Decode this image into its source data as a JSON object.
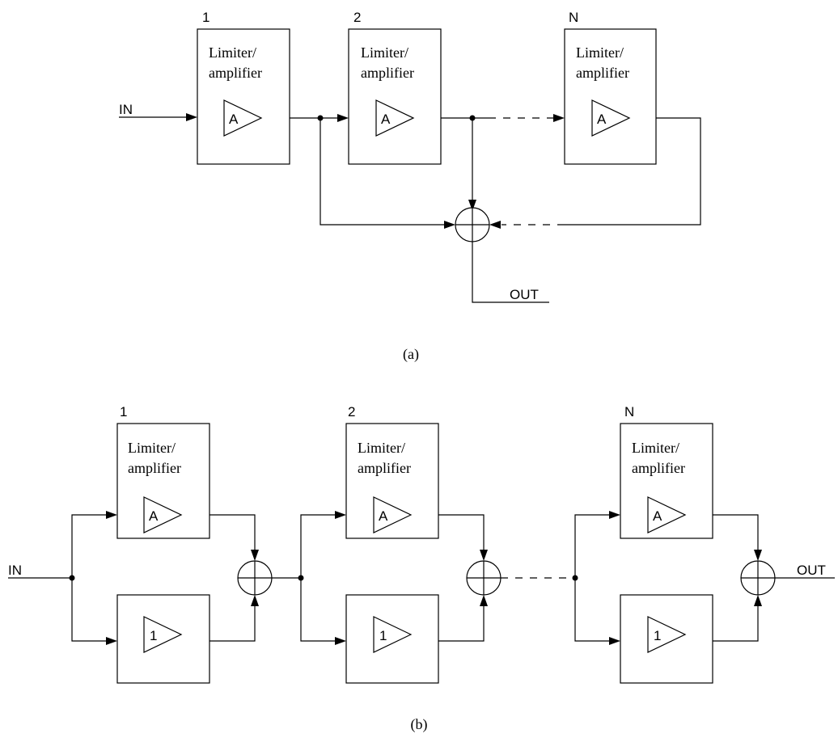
{
  "figure_a": {
    "caption": "(a)",
    "input_label": "IN",
    "output_label": "OUT",
    "stages": [
      {
        "index": "1",
        "title_line1": "Limiter/",
        "title_line2": "amplifier",
        "gain": "A"
      },
      {
        "index": "2",
        "title_line1": "Limiter/",
        "title_line2": "amplifier",
        "gain": "A"
      },
      {
        "index": "N",
        "title_line1": "Limiter/",
        "title_line2": "amplifier",
        "gain": "A"
      }
    ]
  },
  "figure_b": {
    "caption": "(b)",
    "input_label": "IN",
    "output_label": "OUT",
    "stages": [
      {
        "index": "1",
        "title_line1": "Limiter/",
        "title_line2": "amplifier",
        "gain": "A",
        "unity_gain": "1"
      },
      {
        "index": "2",
        "title_line1": "Limiter/",
        "title_line2": "amplifier",
        "gain": "A",
        "unity_gain": "1"
      },
      {
        "index": "N",
        "title_line1": "Limiter/",
        "title_line2": "amplifier",
        "gain": "A",
        "unity_gain": "1"
      }
    ]
  }
}
